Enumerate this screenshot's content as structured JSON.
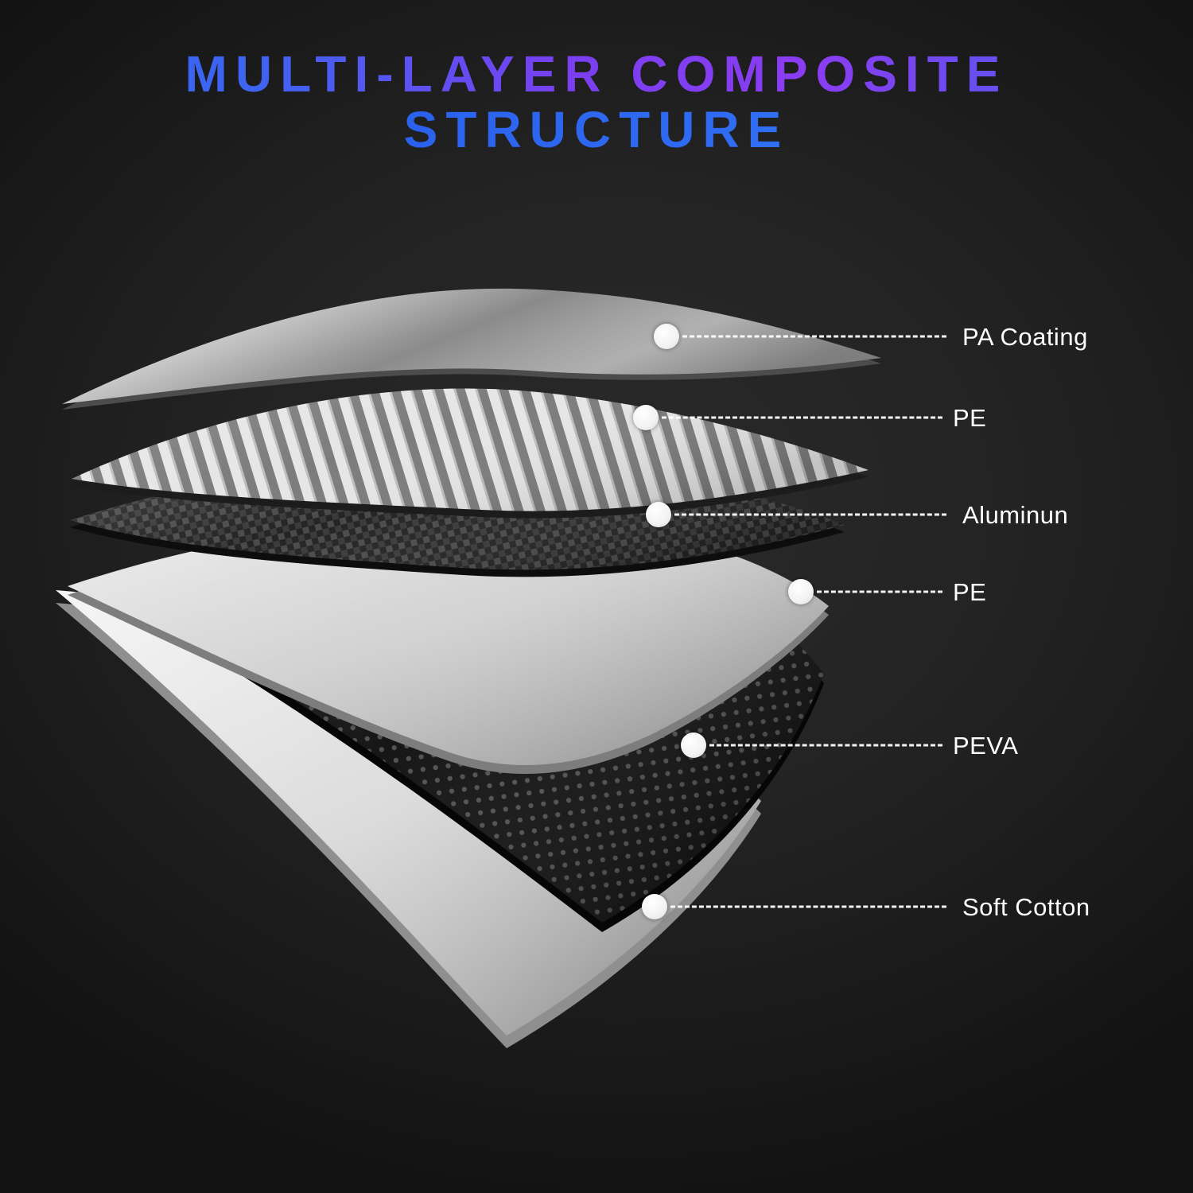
{
  "title": {
    "line1": "MULTI-LAYER COMPOSITE",
    "line2": "STRUCTURE"
  },
  "layers": [
    {
      "id": "pa-coating",
      "label": "PA Coating"
    },
    {
      "id": "pe-top",
      "label": "PE"
    },
    {
      "id": "aluminum",
      "label": "Aluminun"
    },
    {
      "id": "pe-bottom",
      "label": "PE"
    },
    {
      "id": "peva",
      "label": "PEVA"
    },
    {
      "id": "soft-cotton",
      "label": "Soft Cotton"
    }
  ],
  "colors": {
    "background": "#1e1e1e",
    "title_gradient_start": "#2e6bf2",
    "title_gradient_mid": "#8b3cf2",
    "title_gradient_end": "#3b82f6",
    "callout_color": "#ffffff"
  }
}
